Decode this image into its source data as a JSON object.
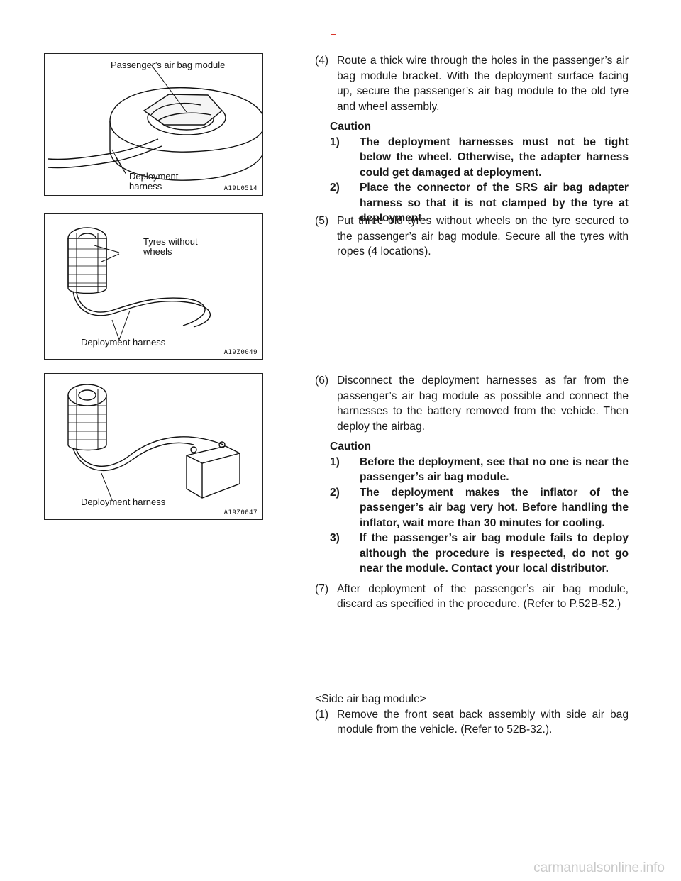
{
  "figures": [
    {
      "labels": {
        "module": "Passenger’s air bag module",
        "harness": "Deployment\nharness"
      },
      "code": "A19L0514"
    },
    {
      "labels": {
        "tyres": "Tyres without\nwheels",
        "harness": "Deployment harness"
      },
      "code": "A19Z0049"
    },
    {
      "labels": {
        "harness": "Deployment harness"
      },
      "code": "A19Z0047"
    }
  ],
  "steps": {
    "s4": {
      "num": "(4)",
      "text": "Route a thick wire through the holes in the passenger’s air bag module bracket. With the deployment surface facing up, secure the passenger’s air bag module to the old tyre and wheel assembly."
    },
    "c1": {
      "title": "Caution",
      "items": [
        {
          "num": "1)",
          "text": "The deployment harnesses must not be tight below the wheel. Otherwise, the adapter harness could get damaged at deployment."
        },
        {
          "num": "2)",
          "text": "Place the connector of the SRS air bag adapter harness so that it is not clamped by the tyre at deployment."
        }
      ]
    },
    "s5": {
      "num": "(5)",
      "text": "Put three old tyres without wheels on the tyre secured to the passenger’s air bag module. Secure all the tyres with ropes (4 locations)."
    },
    "s6": {
      "num": "(6)",
      "text": "Disconnect the deployment harnesses as far from the passenger’s air bag module as possible and connect the harnesses to the battery removed from the vehicle. Then deploy the airbag."
    },
    "c2": {
      "title": "Caution",
      "items": [
        {
          "num": "1)",
          "text": "Before the deployment, see that no one is near the passenger’s air bag module."
        },
        {
          "num": "2)",
          "text": "The deployment makes the inflator of the passenger’s air bag very hot. Before handling the inflator, wait more than 30 minutes for cooling."
        },
        {
          "num": "3)",
          "text": "If the passenger’s air bag module fails to deploy although the procedure is respected, do not go near the module. Contact your local distributor."
        }
      ]
    },
    "s7": {
      "num": "(7)",
      "text": "After deployment of the passenger’s air bag module, discard as specified in the procedure. (Refer to P.52B-52.)"
    }
  },
  "side_section": {
    "title": "<Side air bag module>",
    "step1": {
      "num": "(1)",
      "text": "Remove the front seat back assembly with side air bag module from the vehicle. (Refer to 52B-32.)."
    }
  },
  "watermark": "carmanualsonline.info"
}
